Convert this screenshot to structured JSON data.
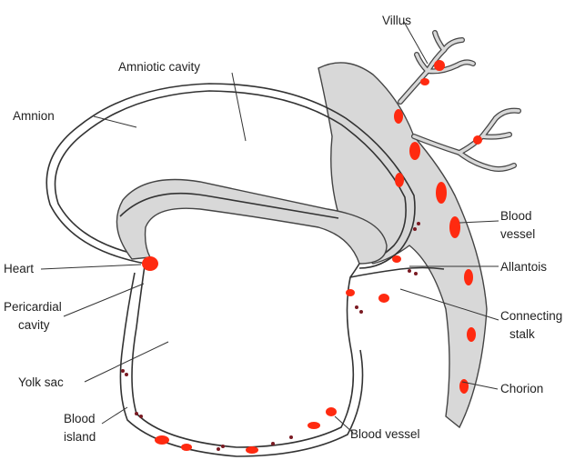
{
  "labels": {
    "villus": "Villus",
    "amniotic_cavity": "Amniotic cavity",
    "amnion": "Amnion",
    "blood_vessel_right_1": "Blood",
    "blood_vessel_right_2": "vessel",
    "heart": "Heart",
    "allantois": "Allantois",
    "pericardial_1": "Pericardial",
    "pericardial_2": "cavity",
    "connecting_1": "Connecting",
    "connecting_2": "stalk",
    "yolk_sac": "Yolk sac",
    "chorion": "Chorion",
    "blood_island_1": "Blood",
    "blood_island_2": "island",
    "blood_vessel_bottom": "Blood vessel"
  },
  "colors": {
    "blood": "#ff2a10",
    "tissue": "#d8d8d8",
    "blood_cells": "#7a1a22"
  }
}
